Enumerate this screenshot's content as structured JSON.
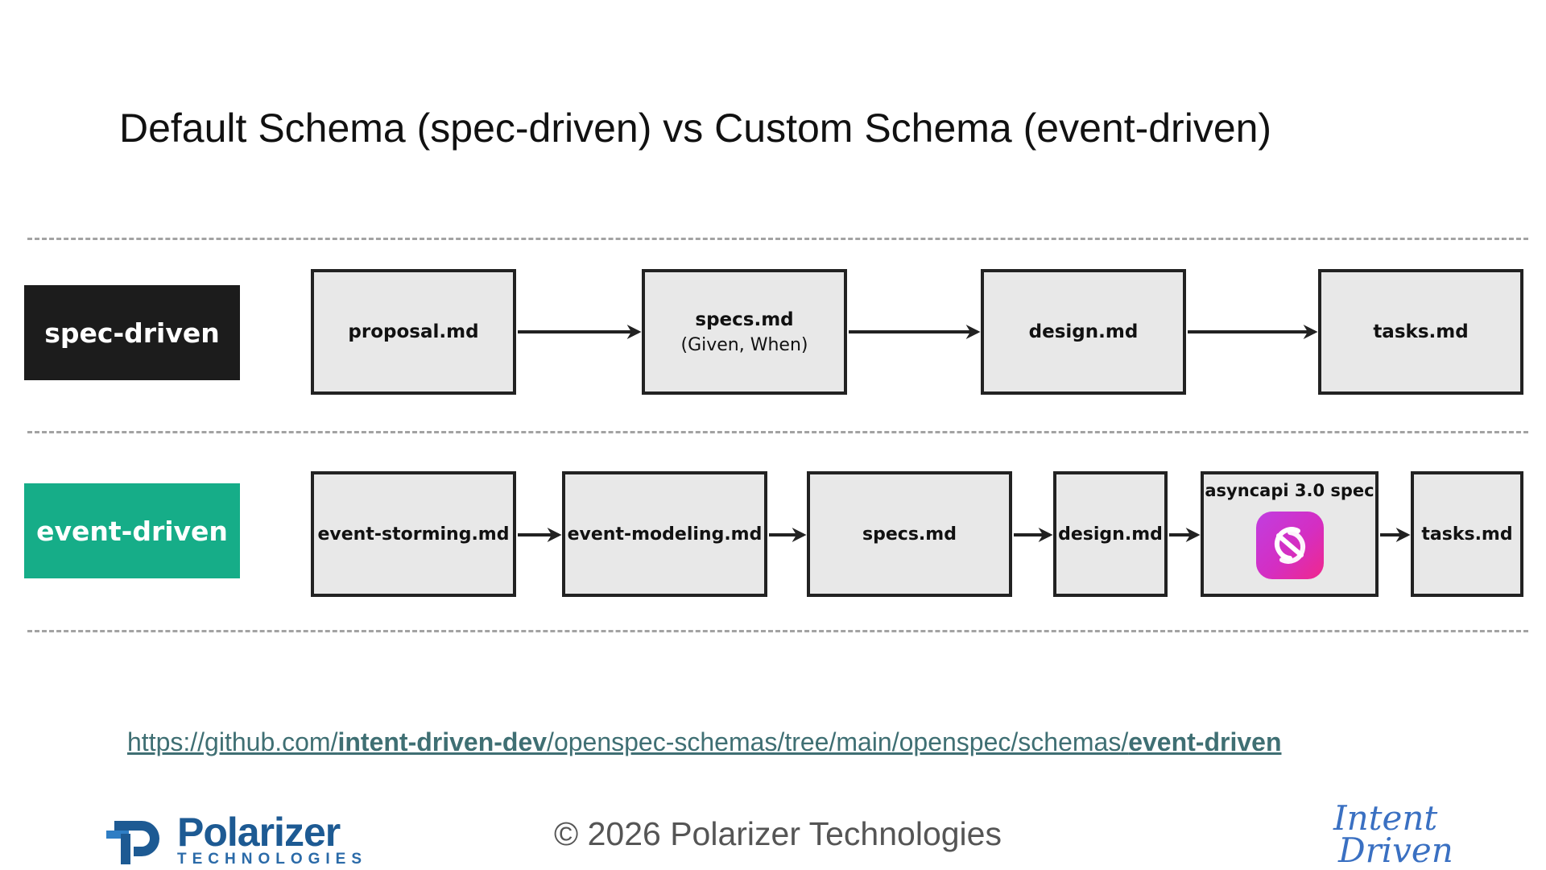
{
  "title": "Default Schema (spec-driven) vs Custom Schema (event-driven)",
  "colors": {
    "spec_label_bg": "#1c1c1c",
    "event_label_bg": "#16ad88",
    "node_fill": "#e8e8e8",
    "node_border": "#222222",
    "link": "#3f6f73",
    "logo_blue": "#1d5a93"
  },
  "rows": {
    "spec": {
      "label": "spec-driven",
      "nodes": [
        {
          "name": "proposal.md"
        },
        {
          "name": "specs.md",
          "sub": "(Given, When)"
        },
        {
          "name": "design.md"
        },
        {
          "name": "tasks.md"
        }
      ]
    },
    "event": {
      "label": "event-driven",
      "nodes": [
        {
          "name": "event-storming.md"
        },
        {
          "name": "event-modeling.md"
        },
        {
          "name": "specs.md"
        },
        {
          "name": "design.md"
        },
        {
          "name": "asyncapi 3.0 spec",
          "icon": "asyncapi-icon"
        },
        {
          "name": "tasks.md"
        }
      ]
    }
  },
  "link": {
    "p1": "https://github.com/",
    "p2": "intent-driven-dev",
    "p3": "/openspec-schemas/tree/main/openspec/schemas/",
    "p4": "event-driven"
  },
  "footer": {
    "copyright": "© 2026 Polarizer Technologies",
    "logo_name": "Polarizer",
    "logo_tag": "TECHNOLOGIES",
    "intent_logo_line1": "Intent",
    "intent_logo_line2": "Driven"
  }
}
